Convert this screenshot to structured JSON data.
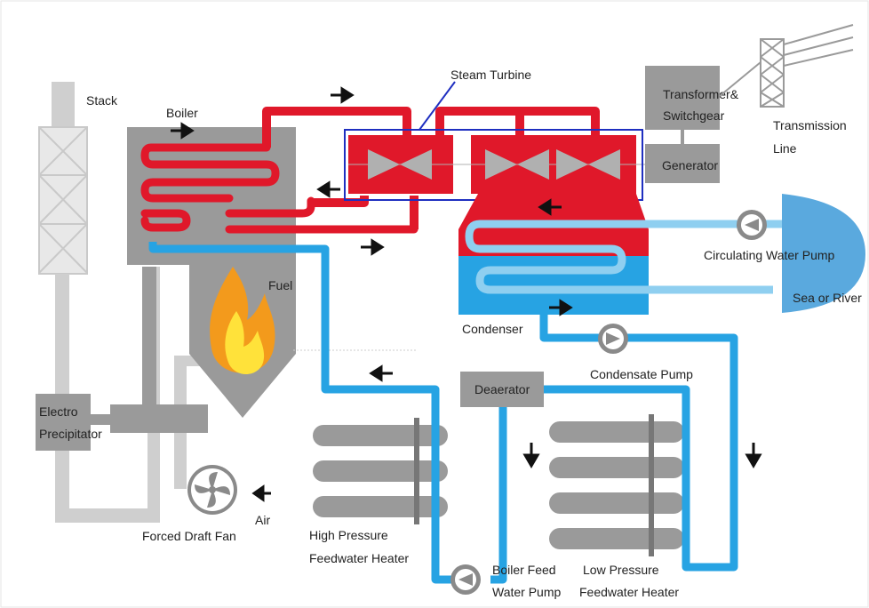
{
  "labels": {
    "stack": "Stack",
    "boiler": "Boiler",
    "steam_turbine": "Steam Turbine",
    "transformer": "Transformer&",
    "switchgear": "Switchgear",
    "transmission_1": "Transmission",
    "transmission_2": "Line",
    "generator": "Generator",
    "fuel": "Fuel",
    "circulating_pump": "Circulating Water Pump",
    "sea_or_river": "Sea or River",
    "condenser": "Condenser",
    "condensate_pump": "Condensate Pump",
    "deaerator": "Deaerator",
    "electro_1": "Electro",
    "electro_2": "Precipitator",
    "forced_draft_fan": "Forced Draft Fan",
    "air": "Air",
    "hp_heater_1": "High Pressure",
    "hp_heater_2": "Feedwater Heater",
    "boiler_feed_1": "Boiler Feed",
    "boiler_feed_2": "Water Pump",
    "lp_heater_1": "Low Pressure",
    "lp_heater_2": "Feedwater Heater"
  },
  "colors": {
    "steam_red": "#e0182a",
    "water_blue": "#27a3e3",
    "equipment_gray": "#999999",
    "light_gray": "#cfcfcf",
    "turbine_outline": "#1f2fc0",
    "flame_orange": "#f39a1c",
    "flame_yellow": "#ffe23a"
  },
  "icons": [
    "arrow-icon",
    "pump-icon",
    "fan-icon",
    "flame-icon",
    "turbine-icon",
    "transmission-tower-icon"
  ]
}
